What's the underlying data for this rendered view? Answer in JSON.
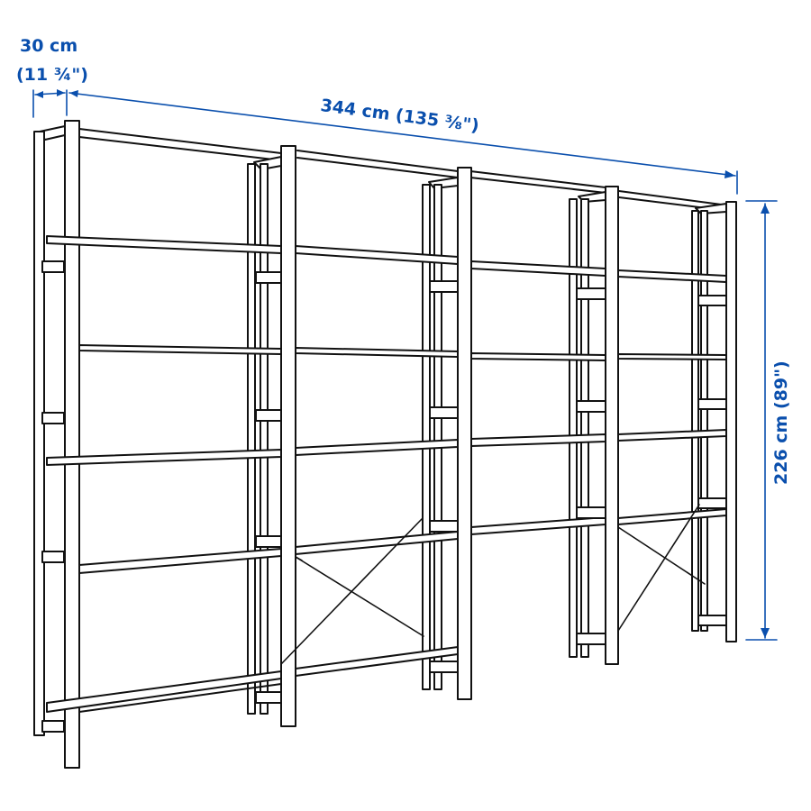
{
  "product": {
    "type": "shelving-unit",
    "sections": 4,
    "shelves_per_section": 6
  },
  "dimensions": {
    "depth": {
      "metric": "30 cm",
      "imperial": "(11 ¾\")"
    },
    "width": {
      "label": "344 cm (135 ⅜\")"
    },
    "height": {
      "label": "226 cm (89\")"
    }
  },
  "colors": {
    "dimension": "#0a4fad",
    "line": "#111111",
    "background": "#ffffff"
  }
}
